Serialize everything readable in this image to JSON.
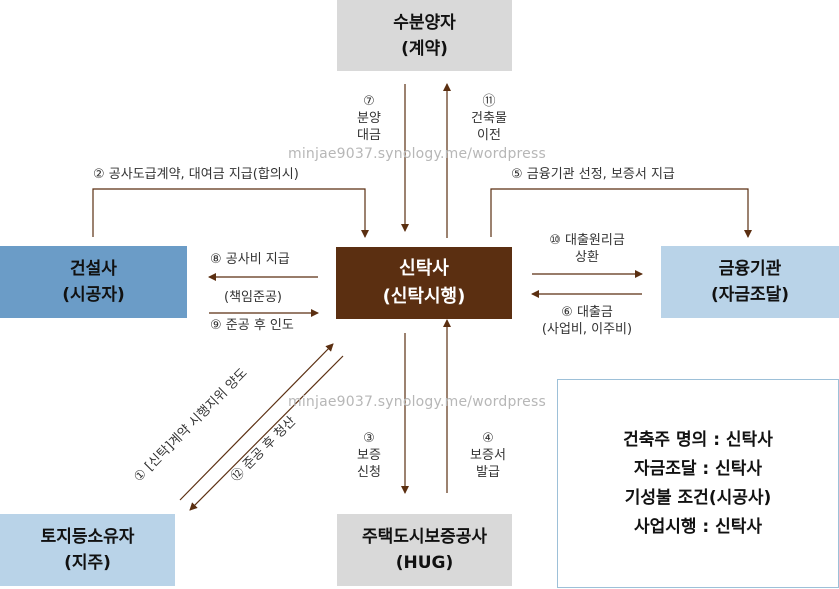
{
  "nodes": {
    "buyer": {
      "line1": "수분양자",
      "line2": "(계약)"
    },
    "builder": {
      "line1": "건설사",
      "line2": "(시공자)"
    },
    "trust": {
      "line1": "신탁사",
      "line2": "(신탁시행)"
    },
    "bank": {
      "line1": "금융기관",
      "line2": "(자금조달)"
    },
    "landowner": {
      "line1": "토지등소유자",
      "line2": "(지주)"
    },
    "hug": {
      "line1": "주택도시보증공사",
      "line2": "(HUG)"
    }
  },
  "flows": {
    "f7": {
      "num": "⑦",
      "l1": "분양",
      "l2": "대금"
    },
    "f11": {
      "num": "⑪",
      "l1": "건축물",
      "l2": "이전"
    },
    "f2": "② 공사도급계약, 대여금 지급(합의시)",
    "f5": "⑤ 금융기관 선정, 보증서 지급",
    "f8": "⑧ 공사비 지급",
    "f9a": "(책임준공)",
    "f9b": "⑨ 준공 후 인도",
    "f10a": "⑩ 대출원리금",
    "f10b": "상환",
    "f6a": "⑥ 대출금",
    "f6b": "(사업비, 이주비)",
    "f1": "① [신탁]계약 시행지위 양도",
    "f12": "⑫ 준공 후 청산",
    "f3": {
      "num": "③",
      "l1": "보증",
      "l2": "신청"
    },
    "f4": {
      "num": "④",
      "l1": "보증서",
      "l2": "발급"
    }
  },
  "watermark": "minjae9037.synology.me/wordpress",
  "summary": [
    "건축주 명의 : 신탁사",
    "자금조달 : 신탁사",
    "기성불 조건(시공사)",
    "사업시행 : 신탁사"
  ],
  "colors": {
    "trust": "#5b2f11",
    "builder": "#6b9cc7",
    "bank": "#b9d3e8",
    "grey": "#d9d9d9",
    "arrow": "#5b2f11"
  }
}
